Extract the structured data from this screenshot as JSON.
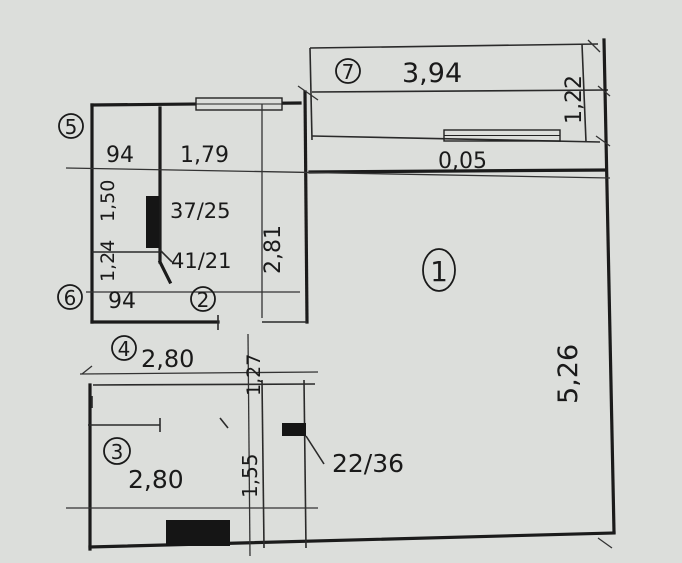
{
  "rooms": [
    {
      "num": "1"
    },
    {
      "num": "2"
    },
    {
      "num": "3"
    },
    {
      "num": "4"
    },
    {
      "num": "5"
    },
    {
      "num": "6"
    },
    {
      "num": "7"
    }
  ],
  "dimensions": {
    "balcony_length": "3,94",
    "balcony_width": "1,22",
    "wall_gap": "0,05",
    "room1_length": "5,26",
    "room5_width": "94",
    "room2_width": "1,79",
    "room5_length": "1,50",
    "room6_length": "1,24",
    "room6_width": "94",
    "room2_length": "2,81",
    "corridor_length": "2,80",
    "corridor_width": "1,27",
    "room3_width": "2,80",
    "room3_length": "1,55"
  },
  "annotations": {
    "shaft_a": "37/25",
    "shaft_b": "41/21",
    "shaft_c": "22/36"
  }
}
